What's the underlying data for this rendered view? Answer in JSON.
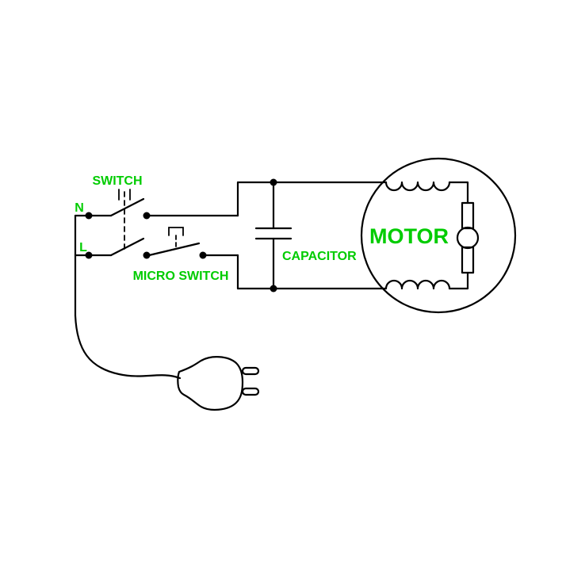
{
  "diagram": {
    "type": "appliance-motor-circuit-schematic",
    "labels": {
      "switch": "SWITCH",
      "terminal_n": "N",
      "terminal_l": "L",
      "micro_switch": "MICRO SWITCH",
      "capacitor": "CAPACITOR",
      "motor": "MOTOR"
    },
    "colors": {
      "wire": "#000000",
      "label": "#00cc00",
      "background": "#ffffff"
    },
    "components": [
      "mains-plug",
      "power-cord",
      "terminal-n",
      "terminal-l",
      "double-pole-switch",
      "micro-switch",
      "capacitor",
      "motor-field-winding-top",
      "motor-field-winding-bottom",
      "motor-armature",
      "motor-brushes"
    ]
  }
}
